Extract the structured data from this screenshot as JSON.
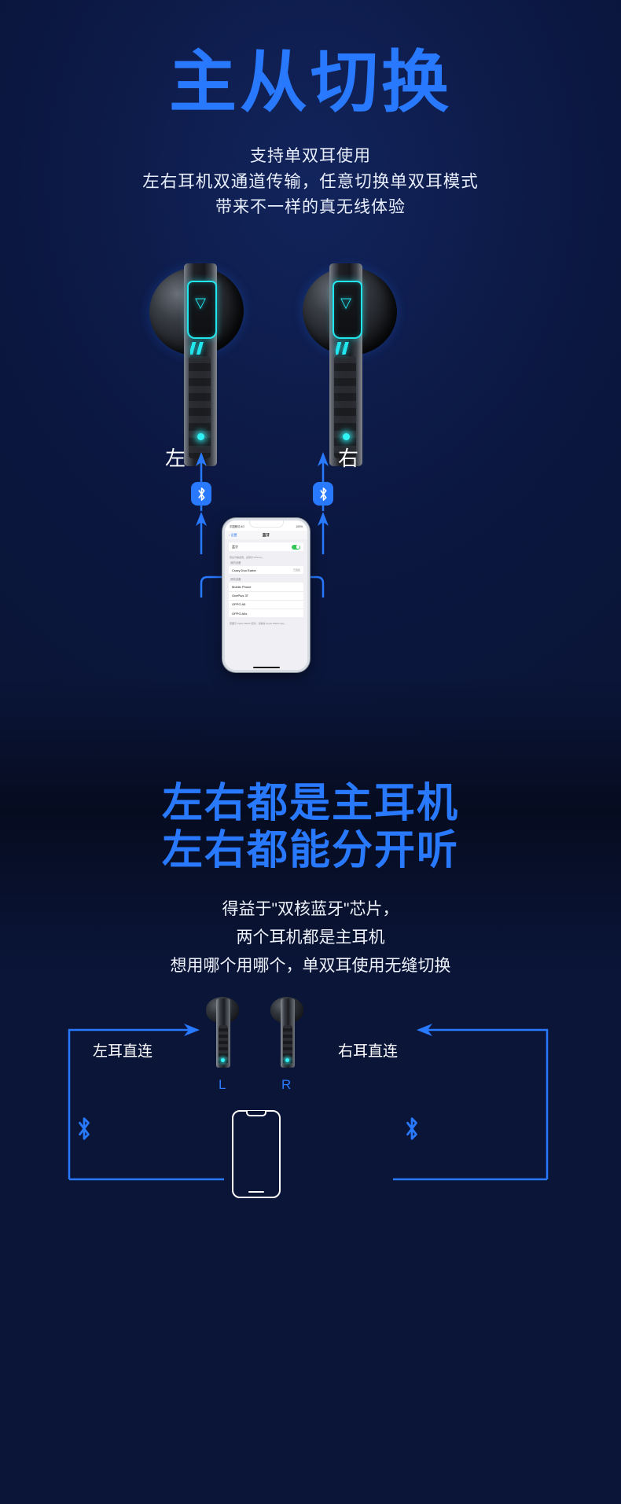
{
  "theme": {
    "bg_dark_navy": "#0b1740",
    "accent_blue": "#2979ff",
    "accent_cyan": "#22e6ee",
    "text_white": "#ffffff"
  },
  "section1": {
    "title": "主从切换",
    "subtitles": [
      "支持单双耳使用",
      "左右耳机双通道传输，任意切换单双耳模式",
      "带来不一样的真无线体验"
    ],
    "earbud_left_label": "左",
    "earbud_right_label": "右",
    "bluetooth_icon_name": "bluetooth-icon"
  },
  "phone_screen": {
    "status_carrier": "中国移动 4G",
    "status_right": "100%",
    "nav_back": "‹ 设置",
    "nav_title": "蓝牙",
    "bluetooth_row_label": "蓝牙",
    "bluetooth_toggle_on": true,
    "discoverable_note": "现在可被发现，名称为\"iPhone\"。",
    "my_devices_header": "我的设备",
    "my_device": {
      "name": "Crazy Duo Earbe",
      "status": "已连接"
    },
    "other_devices_header": "其他设备",
    "other_devices": [
      "Mobile Phone",
      "OnePlus 3T",
      "OPPO A5",
      "OPPO A9x"
    ],
    "footer_note": "若要与 Apple Watch 配对，请前往 Apple Watch App。"
  },
  "section2": {
    "title_line1": "左右都是主耳机",
    "title_line2": "左右都能分开听",
    "body": [
      "得益于\"双核蓝牙\"芯片，",
      "两个耳机都是主耳机",
      "想用哪个用哪个，单双耳使用无缝切换"
    ],
    "left_direct_label": "左耳直连",
    "right_direct_label": "右耳直连",
    "bud_left_letter": "L",
    "bud_right_letter": "R",
    "bluetooth_icon_name": "bluetooth-icon",
    "phone_icon_name": "phone-outline-icon"
  }
}
